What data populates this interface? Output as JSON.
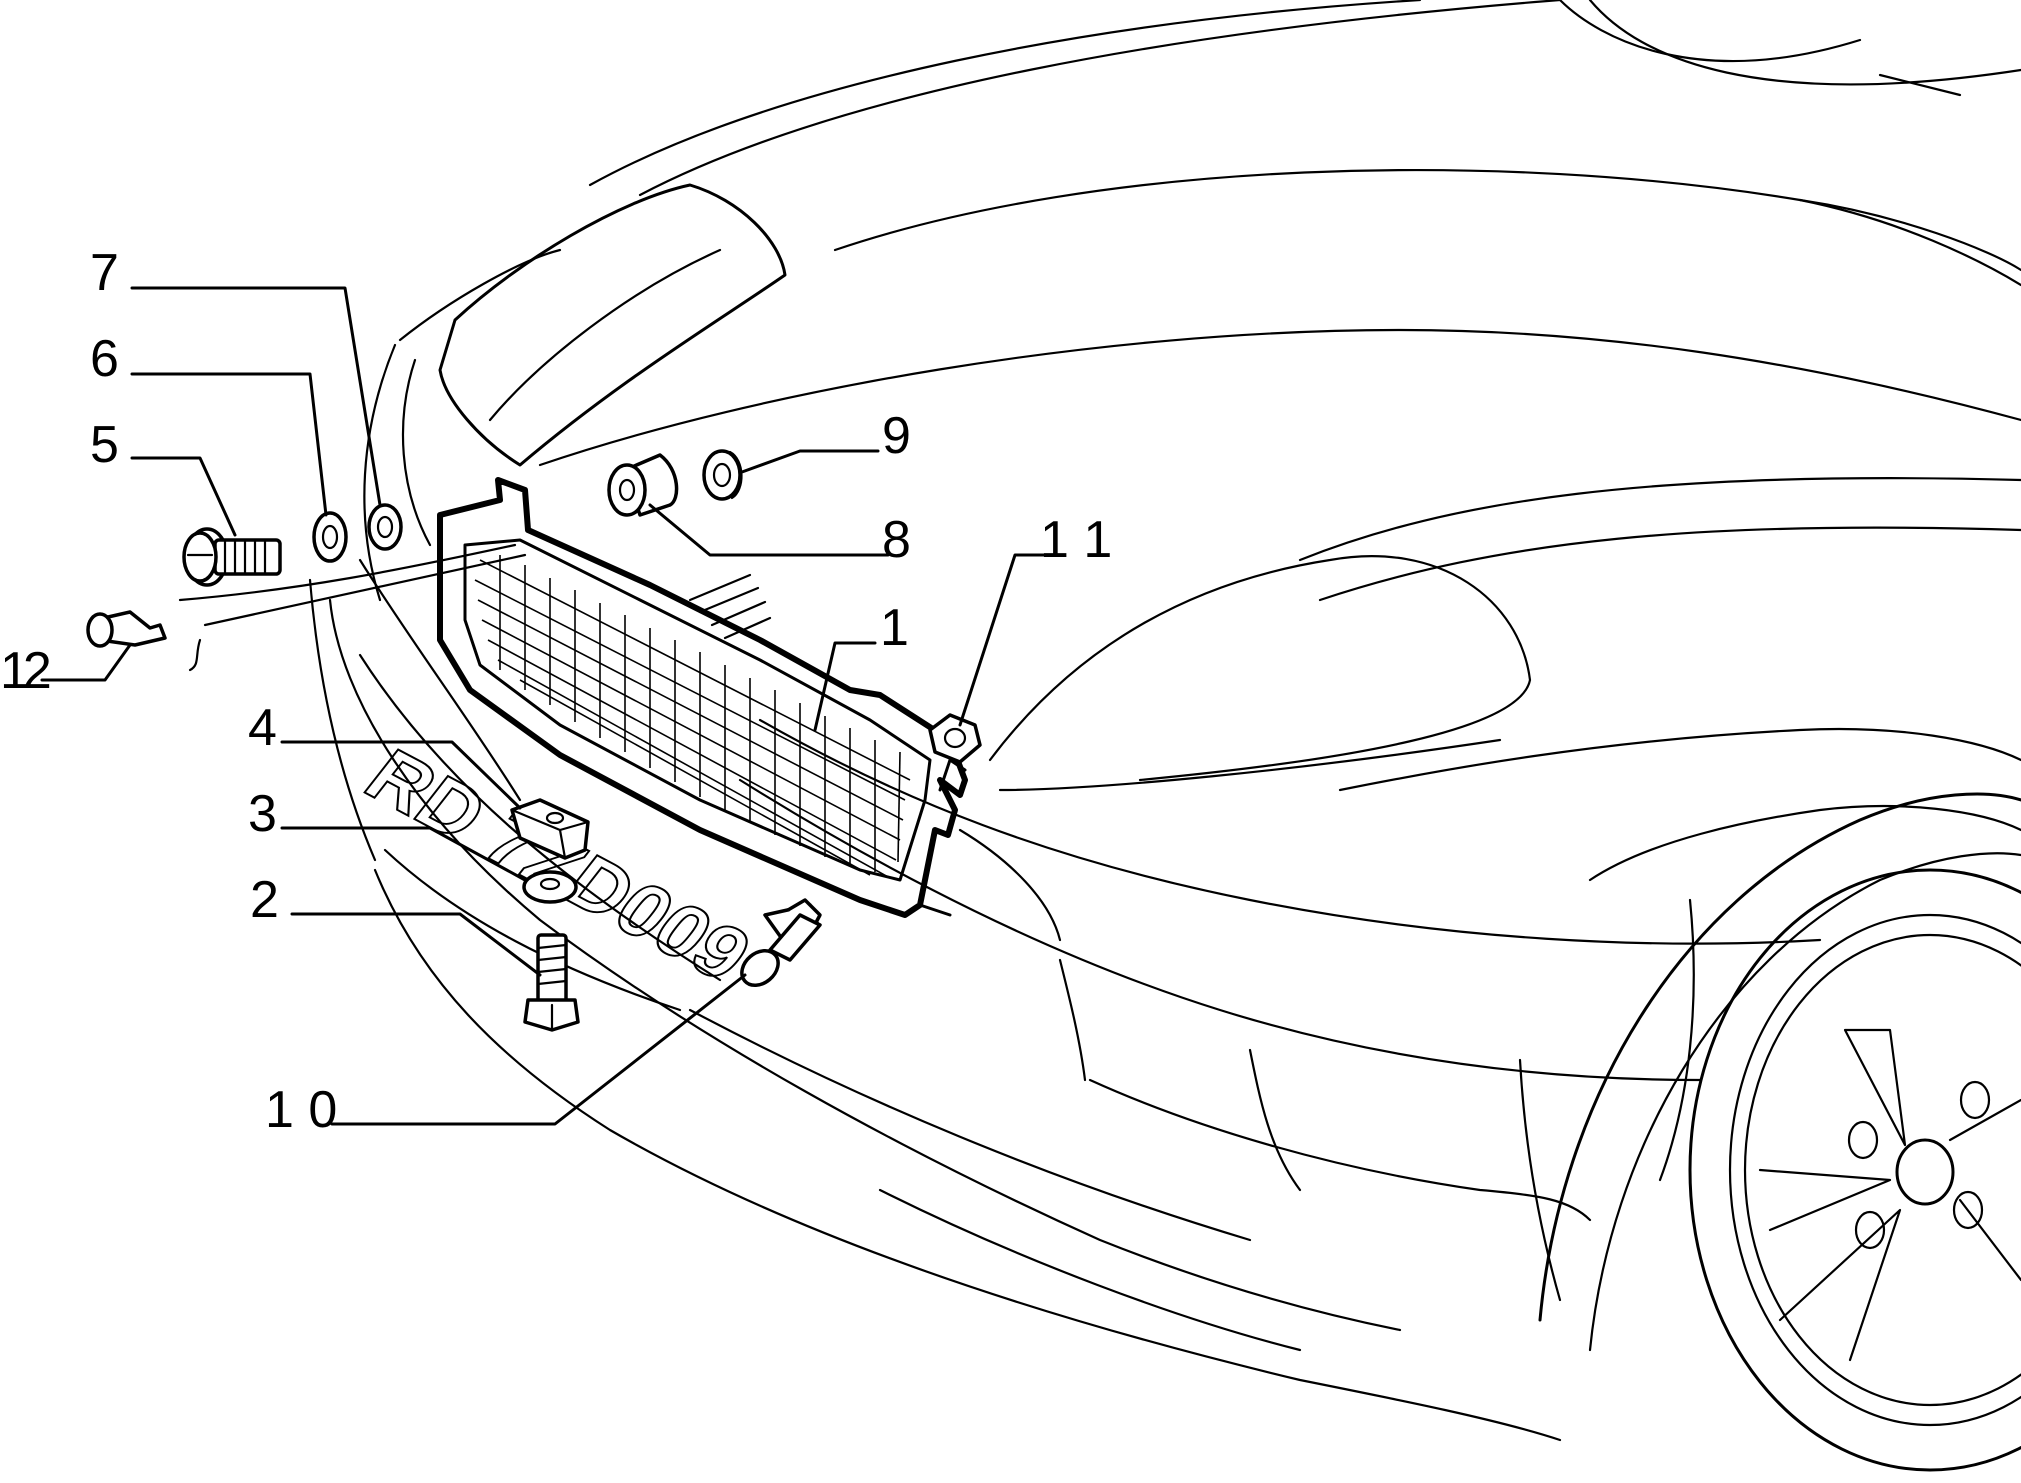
{
  "diagram": {
    "callouts": [
      {
        "id": "1",
        "label": "1"
      },
      {
        "id": "2",
        "label": "2"
      },
      {
        "id": "3",
        "label": "3"
      },
      {
        "id": "4",
        "label": "4"
      },
      {
        "id": "5",
        "label": "5"
      },
      {
        "id": "6",
        "label": "6"
      },
      {
        "id": "7",
        "label": "7"
      },
      {
        "id": "8",
        "label": "8"
      },
      {
        "id": "9",
        "label": "9"
      },
      {
        "id": "10",
        "label": "1 0"
      },
      {
        "id": "11",
        "label": "1 1"
      },
      {
        "id": "12",
        "label": "12"
      }
    ],
    "plate_text": "RD 7ZD009"
  }
}
